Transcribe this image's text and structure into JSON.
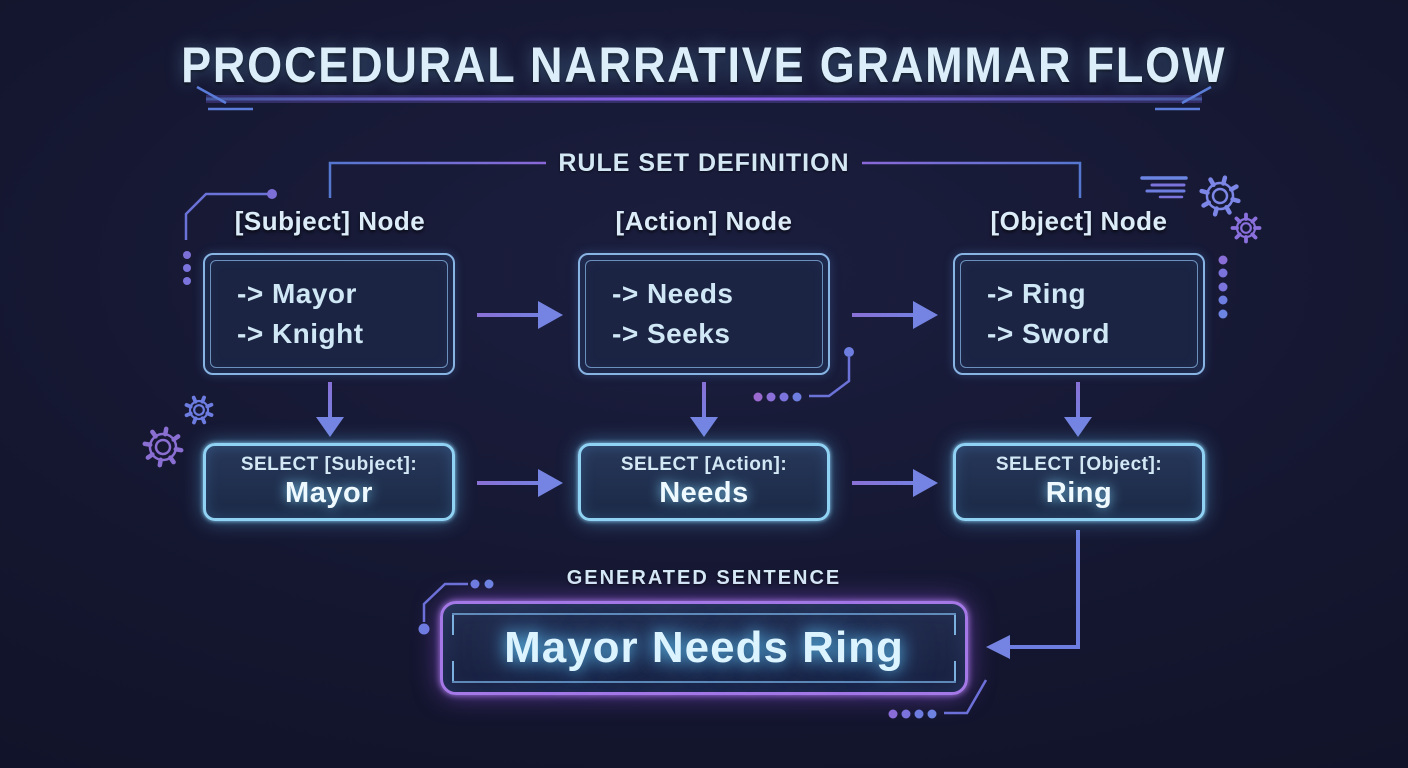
{
  "title": "PROCEDURAL NARRATIVE GRAMMAR FLOW",
  "rule_set": {
    "heading": "RULE SET DEFINITION",
    "nodes": [
      {
        "id": "subject",
        "label": "[Subject] Node",
        "options": [
          "-> Mayor",
          "-> Knight"
        ]
      },
      {
        "id": "action",
        "label": "[Action] Node",
        "options": [
          "-> Needs",
          "-> Seeks"
        ]
      },
      {
        "id": "object",
        "label": "[Object] Node",
        "options": [
          "-> Ring",
          "-> Sword"
        ]
      }
    ]
  },
  "selections": [
    {
      "label": "SELECT [Subject]:",
      "value": "Mayor"
    },
    {
      "label": "SELECT [Action]:",
      "value": "Needs"
    },
    {
      "label": "SELECT [Object]:",
      "value": "Ring"
    }
  ],
  "generated": {
    "heading": "GENERATED SENTENCE",
    "sentence": "Mayor Needs Ring"
  },
  "decorations": {
    "icons": [
      "gear-icon",
      "speed-lines-icon",
      "circuit-trace",
      "dot-cluster"
    ]
  },
  "colors": {
    "background": "#10122a",
    "node_border": "#88b4e4",
    "select_border": "#8fd2f4",
    "generated_border": "#a478e6",
    "text_primary": "#d7ecf8",
    "accent_purple": "#8a6ed8",
    "accent_blue": "#6d82e2",
    "glow_cyan": "#7fd4ff"
  }
}
